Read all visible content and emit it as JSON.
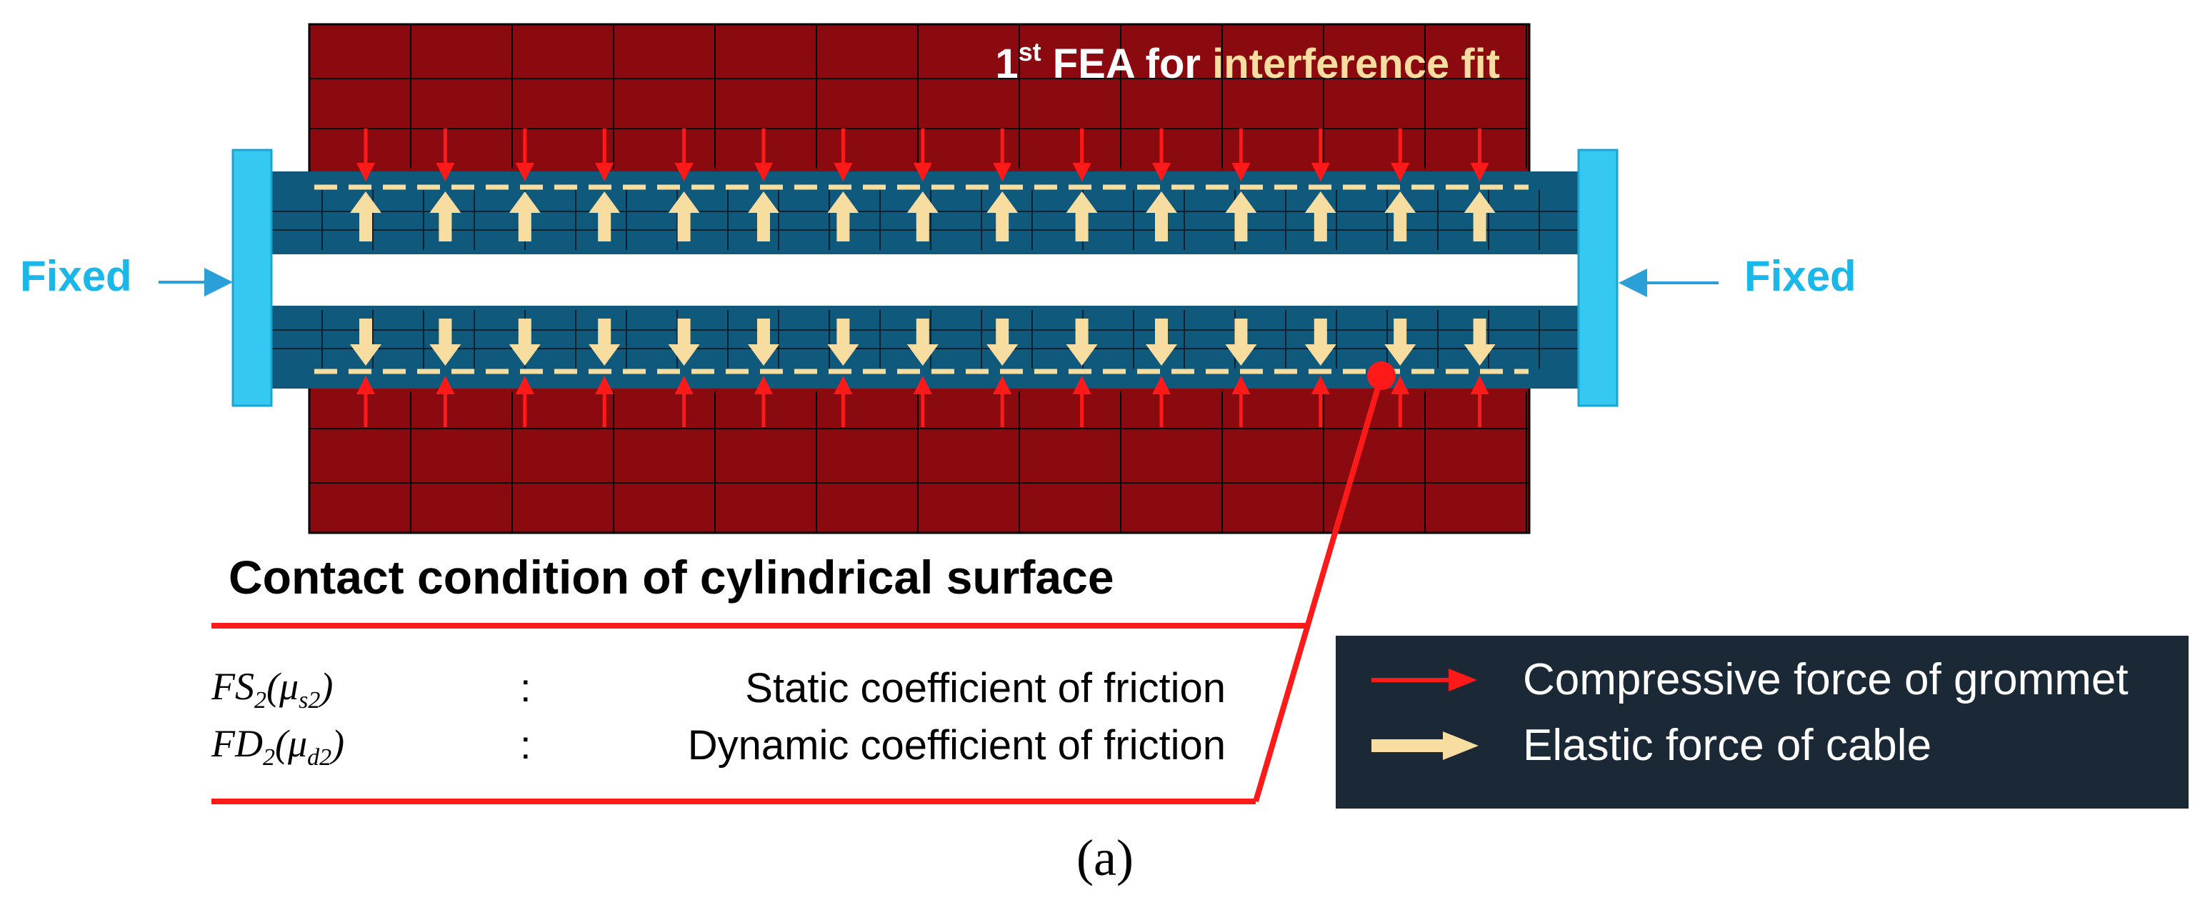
{
  "diagram": {
    "fea_title": {
      "superscript_prefix": "1",
      "superscript": "st",
      "text": "FEA for ",
      "highlight": "interference fit"
    },
    "fixed_left": "Fixed",
    "fixed_right": "Fixed",
    "contact_title": "Contact condition of cylindrical surface",
    "coefficients": [
      {
        "symbol_base": "FS",
        "symbol_sub": "2",
        "mu_sub": "s2",
        "colon": ":",
        "description": "Static coefficient of friction"
      },
      {
        "symbol_base": "FD",
        "symbol_sub": "2",
        "mu_sub": "d2",
        "colon": ":",
        "description": "Dynamic coefficient of friction"
      }
    ],
    "legend": [
      {
        "label": "Compressive force of grommet",
        "color": "#ff1a1a",
        "icon": "thin-arrow-right-icon"
      },
      {
        "label": "Elastic force of cable",
        "color": "#f8dda0",
        "icon": "block-arrow-right-icon"
      }
    ],
    "caption": "(a)",
    "colors": {
      "grommet": "#8b0a0f",
      "cable": "#0f5a7c",
      "fixture": "#35c8f0",
      "compressive": "#ff1a1a",
      "elastic": "#f8dda0",
      "contact_line": "#f8dda0",
      "callout": "#ff1a1a",
      "fixed_text": "#1ab7ea"
    }
  }
}
